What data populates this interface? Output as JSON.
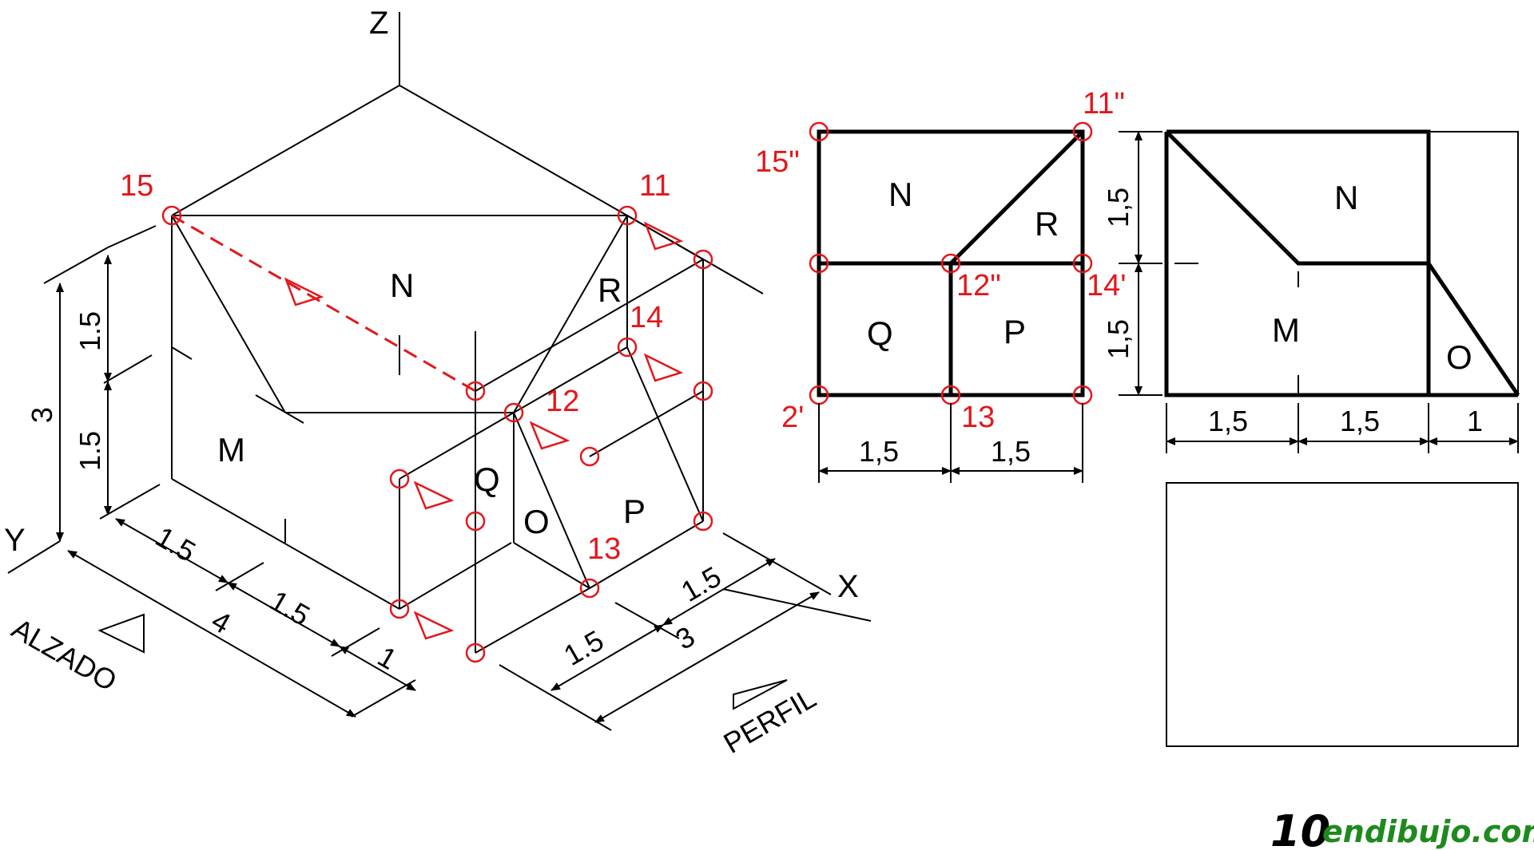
{
  "isometric": {
    "axes": {
      "z": "Z",
      "y": "Y",
      "x": "X"
    },
    "faces": {
      "n": "N",
      "r": "R",
      "m": "M",
      "q": "Q",
      "o": "O",
      "p": "P"
    },
    "points": {
      "p15": "15",
      "p11": "11",
      "p14": "14",
      "p12": "12",
      "p13": "13"
    },
    "dims": {
      "h_1_5_top": "1.5",
      "h_1_5_bottom": "1.5",
      "h_3": "3",
      "d_1_5_a": "1.5",
      "d_1_5_b": "1.5",
      "d_4": "4",
      "d_1": "1",
      "d_1_5_c": "1.5",
      "d_1_5_d": "1.5",
      "d_3": "3"
    },
    "views": {
      "alzado": "ALZADO",
      "perfil": "PERFIL"
    }
  },
  "top_view": {
    "faces": {
      "n": "N",
      "r": "R",
      "q": "Q",
      "p": "P"
    },
    "points": {
      "p11": "11\"",
      "p15": "15\"",
      "p12": "12\"",
      "p14": "14'",
      "p2": "2'",
      "p13": "13"
    },
    "dims": {
      "a": "1,5",
      "b": "1,5"
    }
  },
  "front_view": {
    "faces": {
      "n": "N",
      "m": "M",
      "o": "O"
    },
    "dims": {
      "v_top": "1,5",
      "v_bottom": "1,5",
      "h1": "1,5",
      "h2": "1,5",
      "h3": "1"
    }
  },
  "logo": {
    "number": "10",
    "text": "endibujo.com"
  },
  "colors": {
    "accent": "#e3171b",
    "line": "#000000",
    "brand": "#1e8a1e"
  }
}
